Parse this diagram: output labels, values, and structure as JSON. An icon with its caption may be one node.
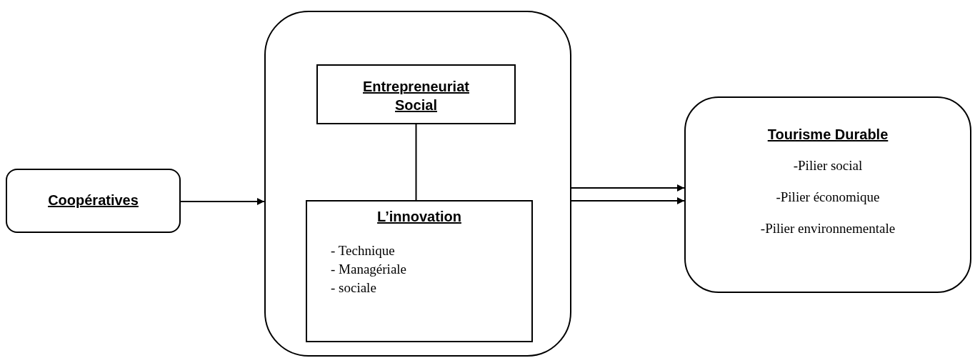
{
  "diagram": {
    "nodes": [
      {
        "text": [],
        "shape": "box"
      },
      {
        "text": [
          "Entrepreneuriat Social"
        ],
        "in": 0
      },
      {
        "text": [
          "L’innovation",
          "- Technique",
          "- Managériale",
          "- sociale"
        ],
        "in": 0
      },
      {
        "text": [
          "Coopératives"
        ]
      },
      {
        "text": [
          "Tourisme Durable",
          "-Pilier social",
          "-Pilier économique",
          "-Pilier environnementale"
        ]
      }
    ],
    "edges": [
      {
        "from": 3,
        "to": 0,
        "arrow": "to"
      },
      {
        "from": 1,
        "to": 2,
        "arrow": "none"
      },
      {
        "from": 0,
        "to": 4,
        "arrow": "to"
      },
      {
        "from": 0,
        "to": 4,
        "arrow": "to"
      }
    ]
  }
}
